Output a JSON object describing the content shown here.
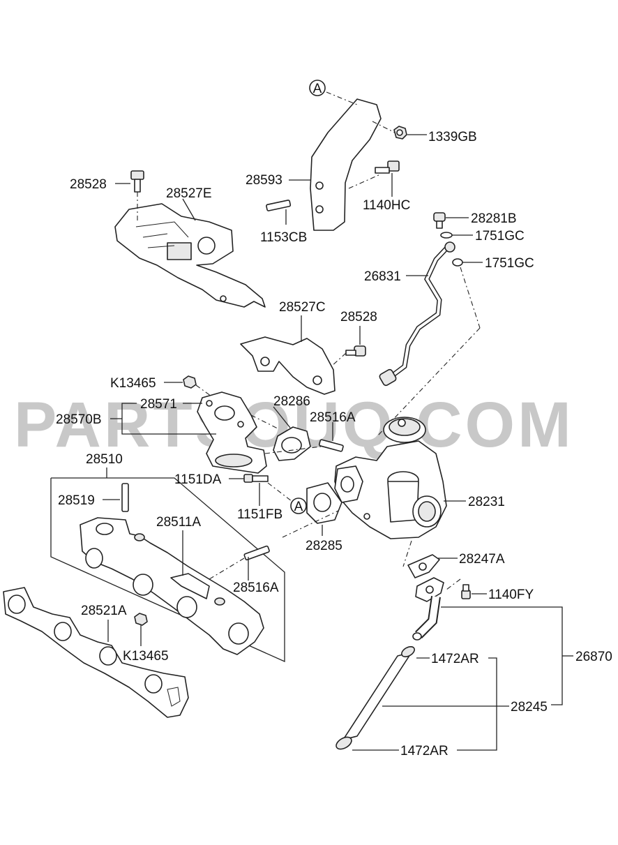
{
  "watermark": "PARTSOUQ.COM",
  "reference_marks": [
    "A",
    "A"
  ],
  "labels": {
    "l_1339GB": "1339GB",
    "l_28593": "28593",
    "l_1140HC": "1140HC",
    "l_1153CB": "1153CB",
    "l_28528_top": "28528",
    "l_28527E": "28527E",
    "l_28281B": "28281B",
    "l_1751GC_a": "1751GC",
    "l_1751GC_b": "1751GC",
    "l_26831": "26831",
    "l_28527C": "28527C",
    "l_28528_mid": "28528",
    "l_K13465_top": "K13465",
    "l_28571": "28571",
    "l_28286": "28286",
    "l_28570B": "28570B",
    "l_28516A_top": "28516A",
    "l_28510": "28510",
    "l_1151DA": "1151DA",
    "l_28519": "28519",
    "l_28231": "28231",
    "l_28511A": "28511A",
    "l_1151FB": "1151FB",
    "l_28285": "28285",
    "l_28247A": "28247A",
    "l_28516A_bot": "28516A",
    "l_1140FY": "1140FY",
    "l_28521A": "28521A",
    "l_K13465_bot": "K13465",
    "l_26870": "26870",
    "l_1472AR_top": "1472AR",
    "l_28245": "28245",
    "l_1472AR_bot": "1472AR"
  }
}
